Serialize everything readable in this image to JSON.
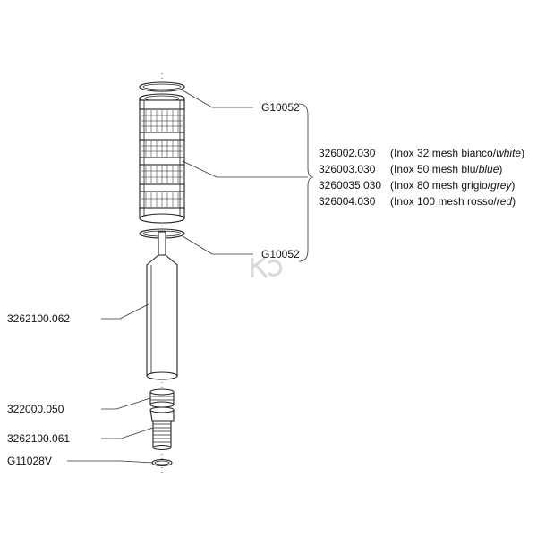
{
  "callouts": {
    "seal_top": "G10052",
    "seal_bottom": "G10052",
    "filter_codes": [
      {
        "code": "326002.030",
        "desc": "(Inox 32 mesh bianco/",
        "color": "white",
        "close": ")"
      },
      {
        "code": "326003.030",
        "desc": "(Inox 50 mesh blu/",
        "color": "blue",
        "close": ")"
      },
      {
        "code": "3260035.030",
        "desc": "(Inox 80 mesh grigio/",
        "color": "grey",
        "close": ")"
      },
      {
        "code": "326004.030",
        "desc": "(Inox 100 mesh rosso/",
        "color": "red",
        "close": ")"
      }
    ],
    "tube": "3262100.062",
    "nut": "322000.050",
    "fitting": "3262100.061",
    "oring": "G11028V"
  }
}
